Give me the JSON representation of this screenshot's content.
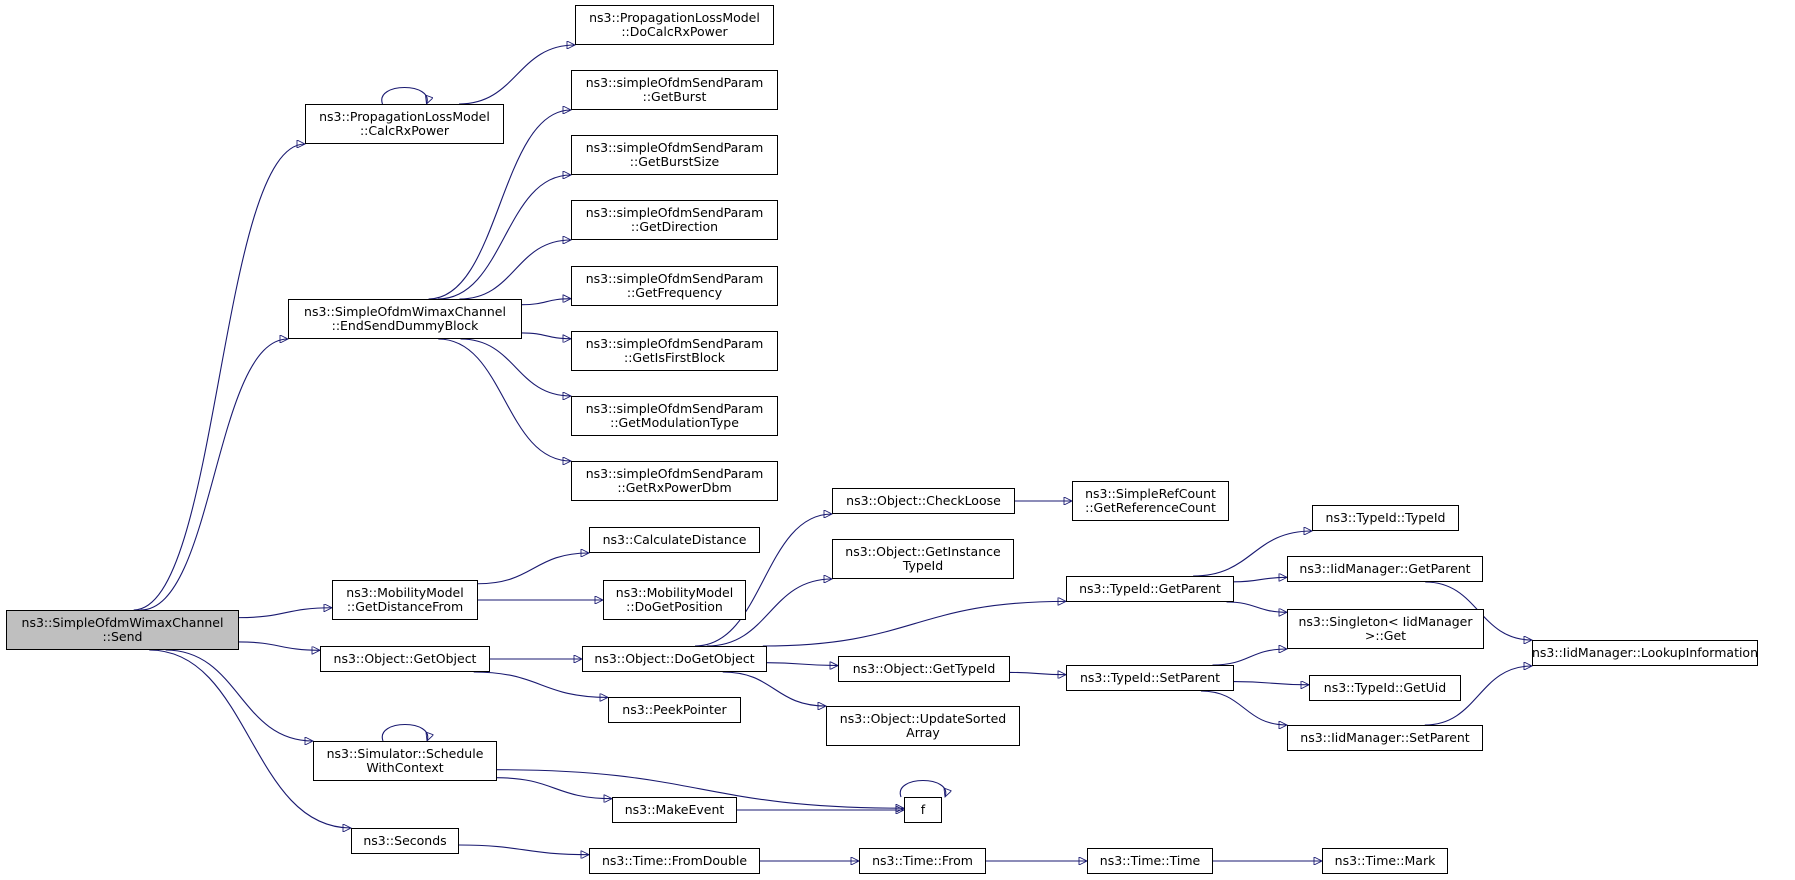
{
  "nodes": {
    "send": [
      "ns3::SimpleOfdmWimaxChannel",
      "::Send"
    ],
    "calcRx": [
      "ns3::PropagationLossModel",
      "::CalcRxPower"
    ],
    "doCalcRx": [
      "ns3::PropagationLossModel",
      "::DoCalcRxPower"
    ],
    "endSend": [
      "ns3::SimpleOfdmWimaxChannel",
      "::EndSendDummyBlock"
    ],
    "getBurst": [
      "ns3::simpleOfdmSendParam",
      "::GetBurst"
    ],
    "getBurstSize": [
      "ns3::simpleOfdmSendParam",
      "::GetBurstSize"
    ],
    "getDirection": [
      "ns3::simpleOfdmSendParam",
      "::GetDirection"
    ],
    "getFrequency": [
      "ns3::simpleOfdmSendParam",
      "::GetFrequency"
    ],
    "getIsFirst": [
      "ns3::simpleOfdmSendParam",
      "::GetIsFirstBlock"
    ],
    "getModType": [
      "ns3::simpleOfdmSendParam",
      "::GetModulationType"
    ],
    "getRxPower": [
      "ns3::simpleOfdmSendParam",
      "::GetRxPowerDbm"
    ],
    "getDistFrom": [
      "ns3::MobilityModel",
      "::GetDistanceFrom"
    ],
    "calcDist": [
      "ns3::CalculateDistance"
    ],
    "doGetPos": [
      "ns3::MobilityModel",
      "::DoGetPosition"
    ],
    "getObject": [
      "ns3::Object::GetObject"
    ],
    "doGetObject": [
      "ns3::Object::DoGetObject"
    ],
    "peekPtr": [
      "ns3::PeekPointer"
    ],
    "schedCtx": [
      "ns3::Simulator::Schedule",
      "WithContext"
    ],
    "makeEvent": [
      "ns3::MakeEvent"
    ],
    "f": [
      "f"
    ],
    "seconds": [
      "ns3::Seconds"
    ],
    "fromDouble": [
      "ns3::Time::FromDouble"
    ],
    "timeFrom": [
      "ns3::Time::From"
    ],
    "timeTime": [
      "ns3::Time::Time"
    ],
    "timeMark": [
      "ns3::Time::Mark"
    ],
    "checkLoose": [
      "ns3::Object::CheckLoose"
    ],
    "getRefCount": [
      "ns3::SimpleRefCount",
      "::GetReferenceCount"
    ],
    "getInstTid": [
      "ns3::Object::GetInstance",
      "TypeId"
    ],
    "getTypeId": [
      "ns3::Object::GetTypeId"
    ],
    "updSorted": [
      "ns3::Object::UpdateSorted",
      "Array"
    ],
    "tidGetParent": [
      "ns3::TypeId::GetParent"
    ],
    "tidTypeId": [
      "ns3::TypeId::TypeId"
    ],
    "iidGetParent": [
      "ns3::IidManager::GetParent"
    ],
    "singletonGet": [
      "ns3::Singleton< IidManager",
      ">::Get"
    ],
    "tidSetParent": [
      "ns3::TypeId::SetParent"
    ],
    "tidGetUid": [
      "ns3::TypeId::GetUid"
    ],
    "iidSetParent": [
      "ns3::IidManager::SetParent"
    ],
    "iidLookup": [
      "ns3::IidManager::LookupInformation"
    ]
  },
  "edges": [
    [
      "send",
      "calcRx"
    ],
    [
      "send",
      "endSend"
    ],
    [
      "send",
      "getDistFrom"
    ],
    [
      "send",
      "getObject"
    ],
    [
      "send",
      "schedCtx"
    ],
    [
      "send",
      "seconds"
    ],
    [
      "calcRx",
      "calcRx"
    ],
    [
      "calcRx",
      "doCalcRx"
    ],
    [
      "endSend",
      "getBurst"
    ],
    [
      "endSend",
      "getBurstSize"
    ],
    [
      "endSend",
      "getDirection"
    ],
    [
      "endSend",
      "getFrequency"
    ],
    [
      "endSend",
      "getIsFirst"
    ],
    [
      "endSend",
      "getModType"
    ],
    [
      "endSend",
      "getRxPower"
    ],
    [
      "getDistFrom",
      "calcDist"
    ],
    [
      "getDistFrom",
      "doGetPos"
    ],
    [
      "getObject",
      "doGetObject"
    ],
    [
      "getObject",
      "peekPtr"
    ],
    [
      "doGetObject",
      "checkLoose"
    ],
    [
      "doGetObject",
      "getInstTid"
    ],
    [
      "doGetObject",
      "tidGetParent"
    ],
    [
      "doGetObject",
      "getTypeId"
    ],
    [
      "doGetObject",
      "updSorted"
    ],
    [
      "checkLoose",
      "getRefCount"
    ],
    [
      "tidGetParent",
      "tidTypeId"
    ],
    [
      "tidGetParent",
      "iidGetParent"
    ],
    [
      "tidGetParent",
      "singletonGet"
    ],
    [
      "iidGetParent",
      "iidLookup"
    ],
    [
      "getTypeId",
      "tidSetParent"
    ],
    [
      "tidSetParent",
      "singletonGet"
    ],
    [
      "tidSetParent",
      "tidGetUid"
    ],
    [
      "tidSetParent",
      "iidSetParent"
    ],
    [
      "iidSetParent",
      "iidLookup"
    ],
    [
      "schedCtx",
      "schedCtx"
    ],
    [
      "schedCtx",
      "f"
    ],
    [
      "schedCtx",
      "makeEvent"
    ],
    [
      "makeEvent",
      "f"
    ],
    [
      "f",
      "f"
    ],
    [
      "seconds",
      "fromDouble"
    ],
    [
      "fromDouble",
      "timeFrom"
    ],
    [
      "timeFrom",
      "timeTime"
    ],
    [
      "timeTime",
      "timeMark"
    ]
  ],
  "colors": {
    "edge": "#191970",
    "root_fill": "#bfbfbf",
    "node_fill": "#ffffff",
    "border": "#000000"
  }
}
